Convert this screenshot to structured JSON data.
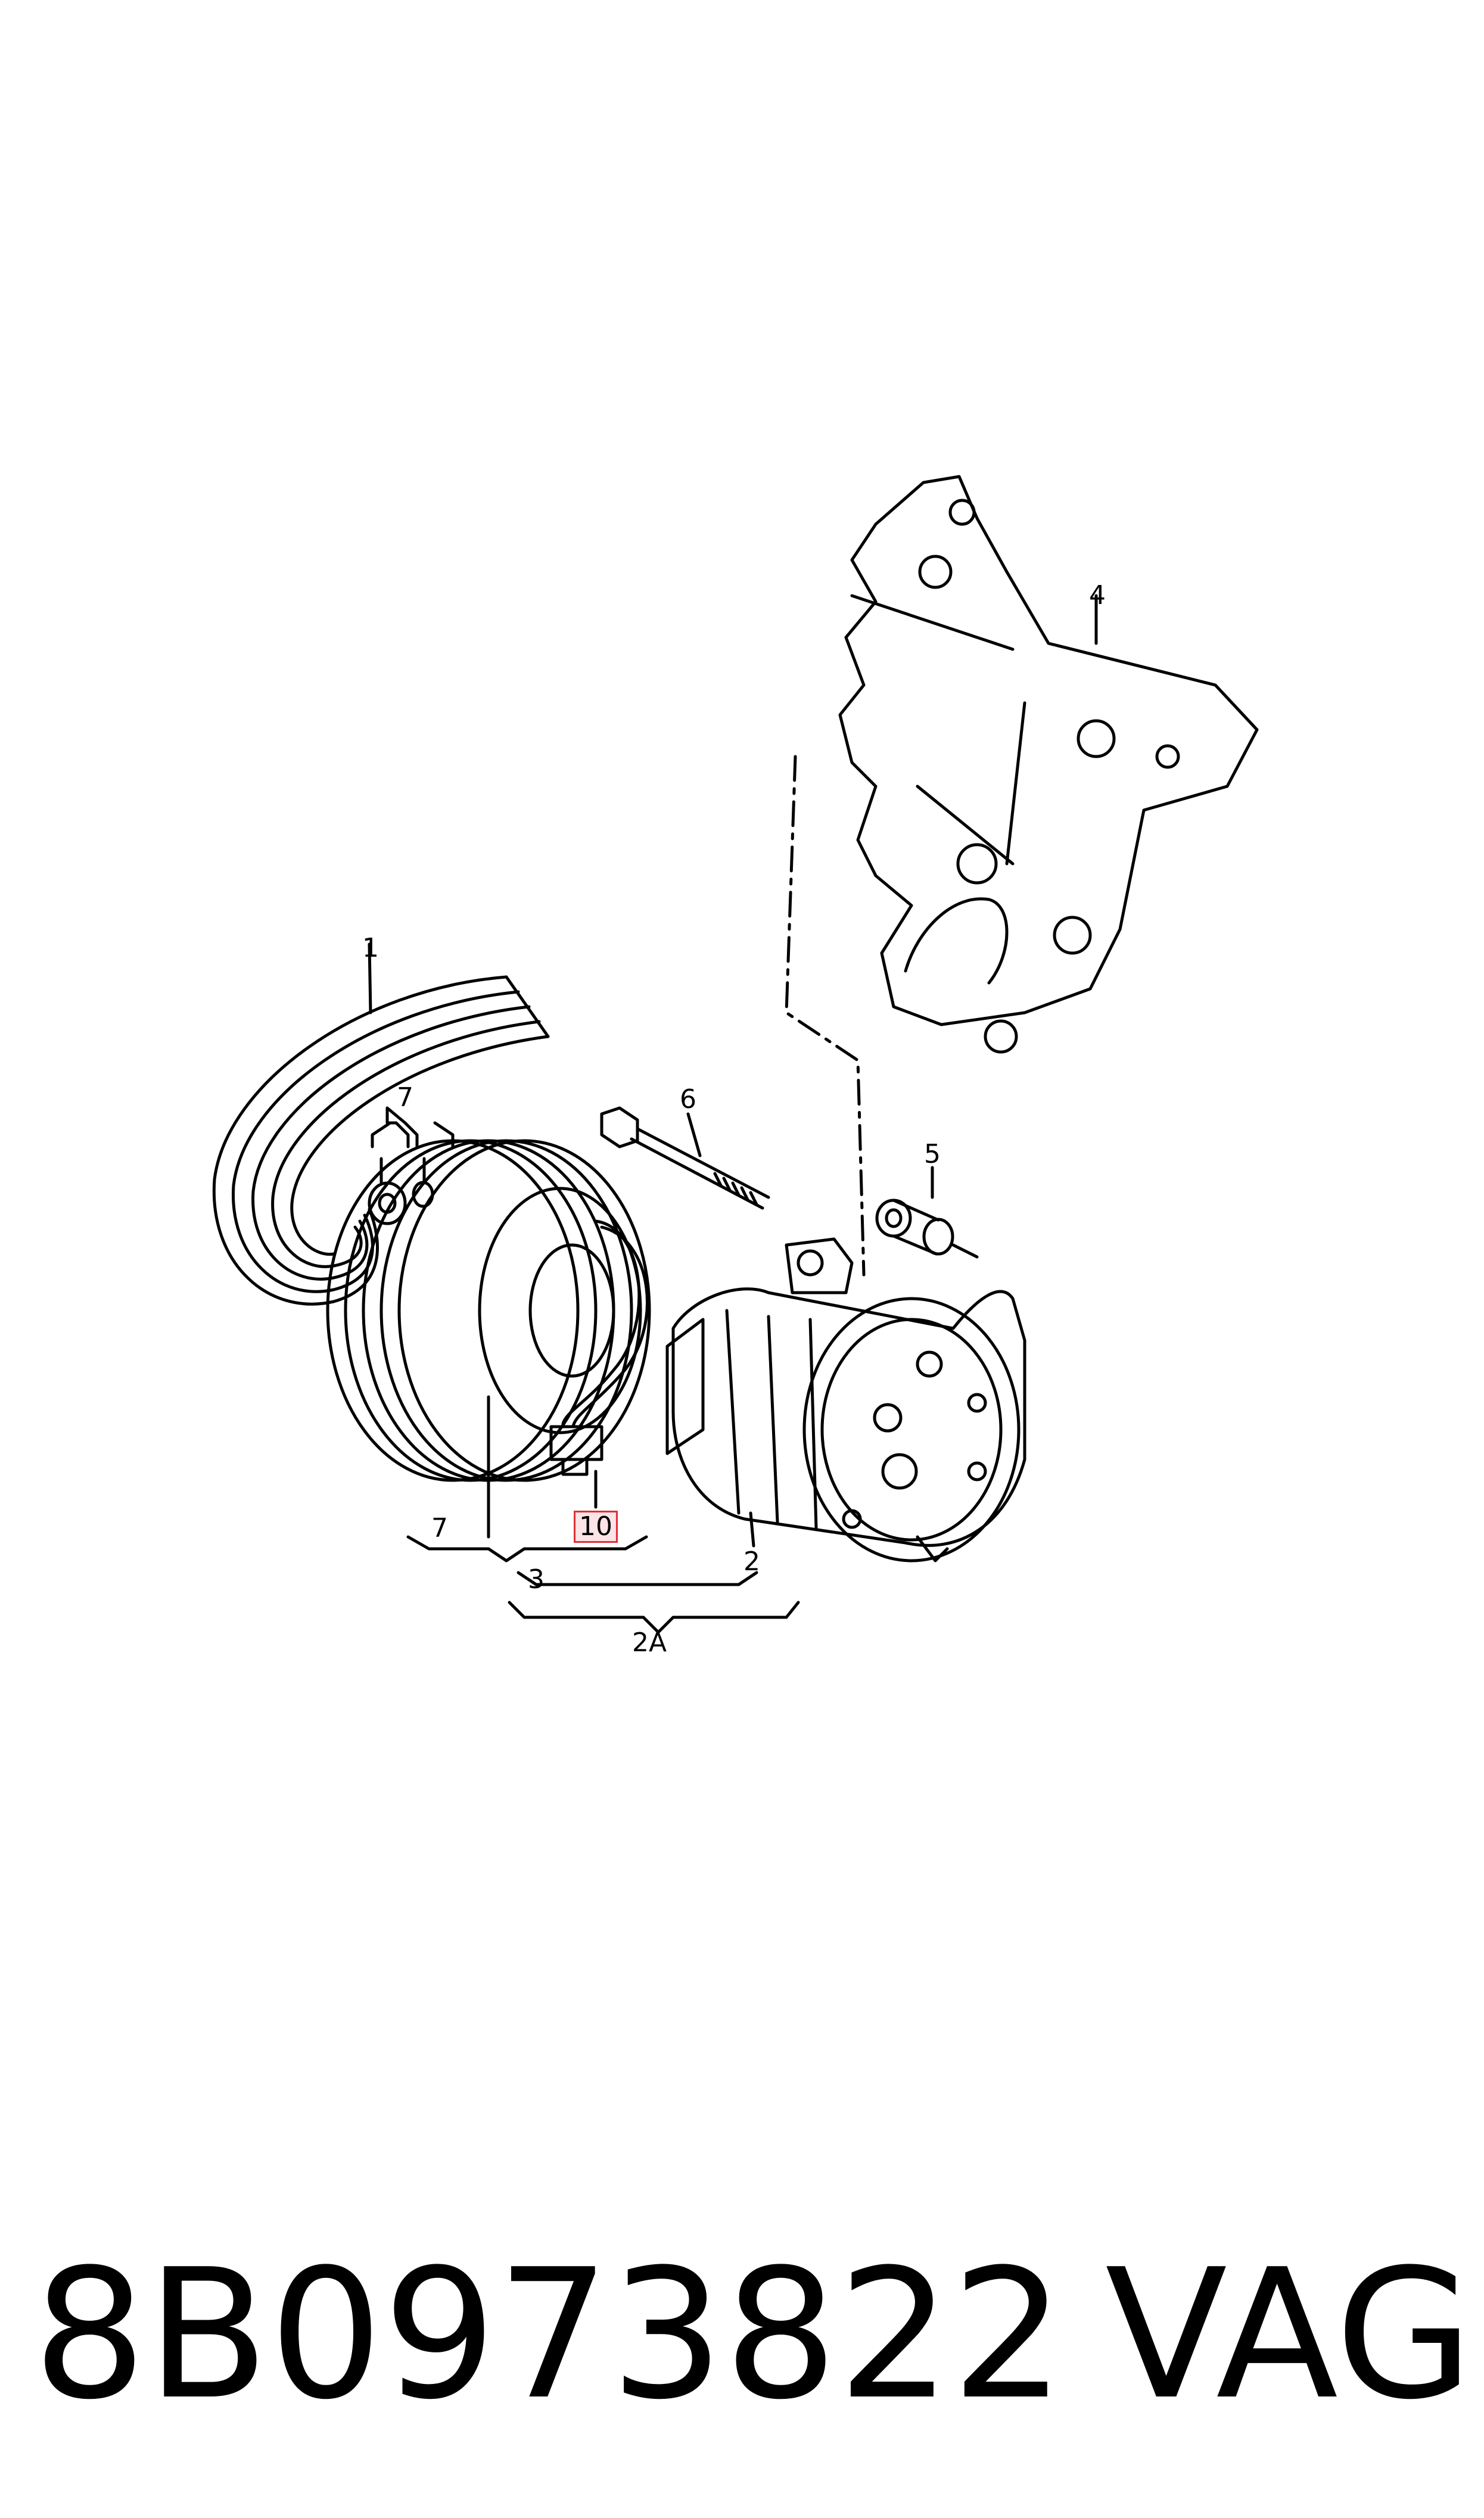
{
  "diagram": {
    "callouts": [
      {
        "id": "1",
        "text": "1"
      },
      {
        "id": "2",
        "text": "2"
      },
      {
        "id": "2A",
        "text": "2A"
      },
      {
        "id": "3",
        "text": "3"
      },
      {
        "id": "4",
        "text": "4"
      },
      {
        "id": "5",
        "text": "5"
      },
      {
        "id": "6",
        "text": "6"
      },
      {
        "id": "7a",
        "text": "7"
      },
      {
        "id": "7b",
        "text": "7"
      },
      {
        "id": "10",
        "text": "10",
        "highlighted": true
      }
    ],
    "highlight_color": "#e0303a",
    "highlight_fill": "#fbe3e6",
    "line_color": "#000000"
  },
  "footer": {
    "part_number": "8B0973822",
    "brand": "VAG"
  }
}
